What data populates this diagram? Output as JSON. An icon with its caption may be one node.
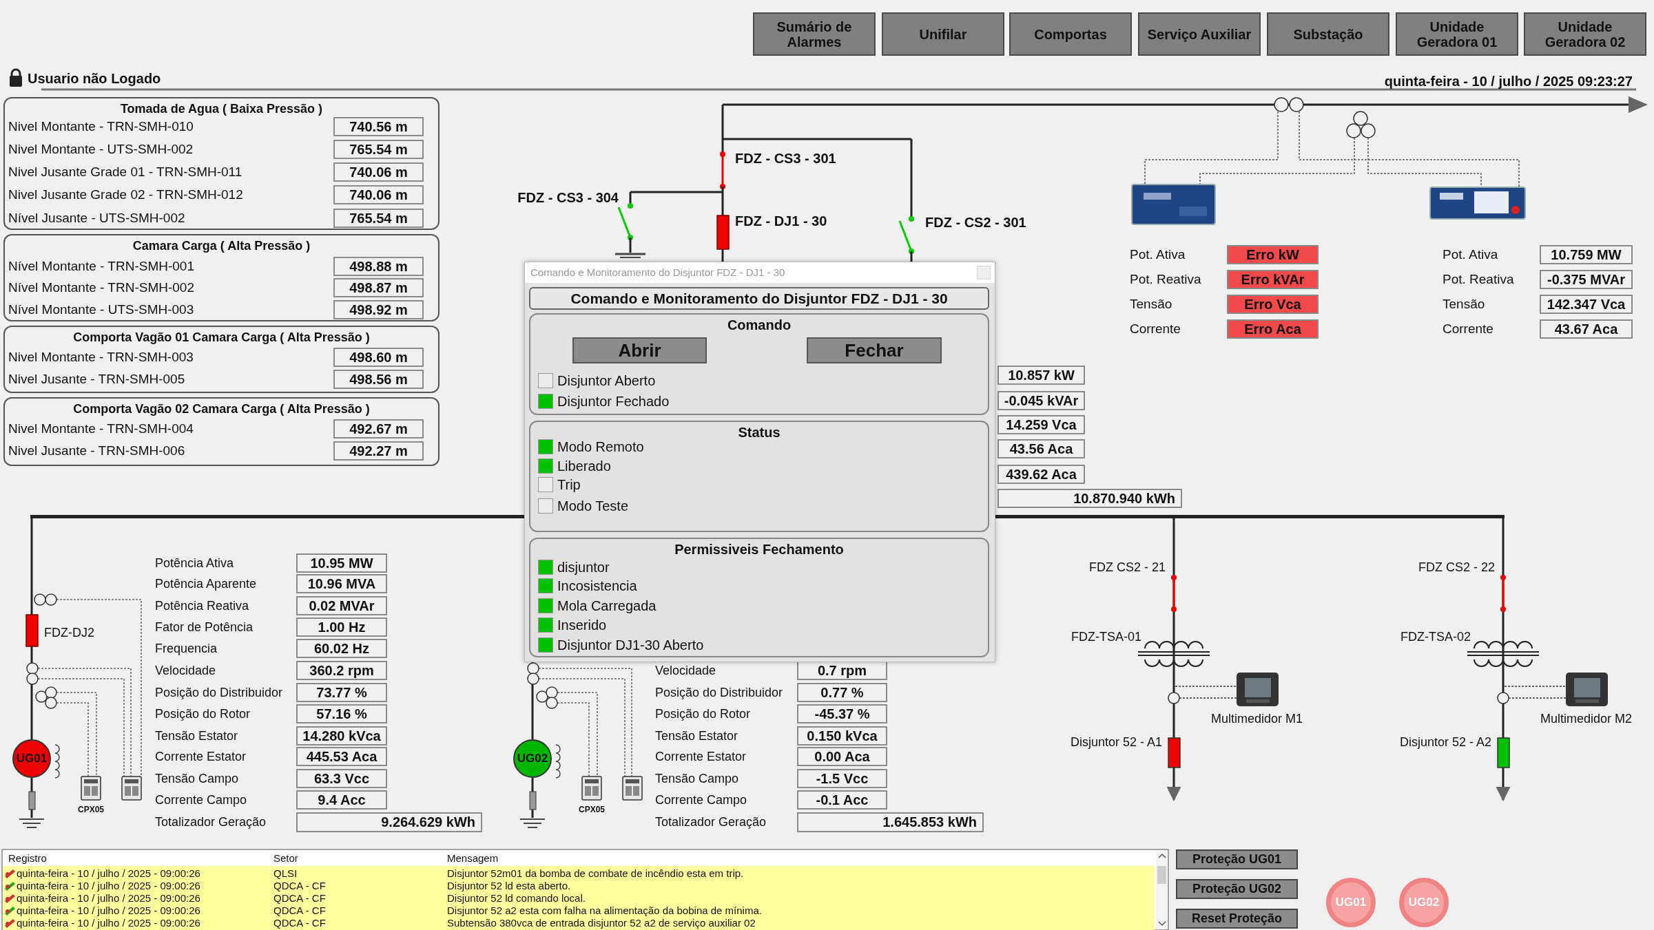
{
  "diagram": {
    "nodes": [
      {
        "text": [
          "Sumário de Alarmes"
        ]
      },
      {
        "text": [
          "Unifilar"
        ]
      },
      {
        "text": [
          "Comportas"
        ]
      },
      {
        "text": [
          "Serviço Auxiliar"
        ]
      },
      {
        "text": [
          "Substação"
        ]
      },
      {
        "text": [
          "Unidade Geradora 01"
        ]
      },
      {
        "text": [
          "Unidade Geradora 02"
        ]
      },
      {
        "text": [
          "Tomada de Agua ( Baixa Pressão )"
        ]
      },
      {
        "text": [
          "740.56 m"
        ],
        "in": 7
      },
      {
        "text": [
          "765.54 m"
        ],
        "in": 7
      },
      {
        "text": [
          "740.06 m"
        ],
        "in": 7
      },
      {
        "text": [
          "740.06 m"
        ],
        "in": 7
      },
      {
        "text": [
          "765.54 m"
        ],
        "in": 7
      },
      {
        "text": [
          "Camara Carga ( Alta Pressão )"
        ]
      },
      {
        "text": [
          "498.88 m"
        ],
        "in": 13
      },
      {
        "text": [
          "498.87 m"
        ],
        "in": 13
      },
      {
        "text": [
          "498.92 m"
        ],
        "in": 13
      },
      {
        "text": [
          "Comporta Vagão 01 Camara Carga ( Alta Pressão )"
        ]
      },
      {
        "text": [
          "498.60 m"
        ],
        "in": 17
      },
      {
        "text": [
          "498.56 m"
        ],
        "in": 17
      },
      {
        "text": [
          "Comporta Vagão 02 Camara Carga ( Alta Pressão )"
        ]
      },
      {
        "text": [
          "492.67 m"
        ],
        "in": 20
      },
      {
        "text": [
          "492.27 m"
        ],
        "in": 20
      },
      {
        "text": [
          "Erro kW"
        ]
      },
      {
        "text": [
          "Erro kVAr"
        ]
      },
      {
        "text": [
          "Erro Vca"
        ]
      },
      {
        "text": [
          "Erro Aca"
        ]
      },
      {
        "text": [
          "10.759 MW"
        ]
      },
      {
        "text": [
          "-0.375 MVAr"
        ]
      },
      {
        "text": [
          "142.347 Vca"
        ]
      },
      {
        "text": [
          "43.67 Aca"
        ]
      },
      {
        "text": [
          "10.857 kW"
        ]
      },
      {
        "text": [
          "-0.045 kVAr"
        ]
      },
      {
        "text": [
          "14.259 Vca"
        ]
      },
      {
        "text": [
          "43.56 Aca"
        ]
      },
      {
        "text": [
          "439.62 Aca"
        ]
      },
      {
        "text": [
          "10.870.940 kWh"
        ]
      },
      {
        "text": [
          "Comando e Monitoramento do Disjuntor FDZ - DJ1 - 30"
        ]
      },
      {
        "text": [
          "Comando e Monitoramento do Disjuntor FDZ - DJ1 - 30"
        ],
        "in": 37
      },
      {
        "text": [
          "Comando"
        ],
        "in": 37
      },
      {
        "text": [
          "Abrir"
        ],
        "in": 39
      },
      {
        "text": [
          "Fechar"
        ],
        "in": 39
      },
      {
        "text": [],
        "shape": "box",
        "beside": [
          "Disjuntor Aberto"
        ],
        "in": 39
      },
      {
        "text": [],
        "shape": "box",
        "beside": [
          "Disjuntor Fechado"
        ],
        "in": 39
      },
      {
        "text": [
          "Status"
        ],
        "in": 37
      },
      {
        "text": [],
        "shape": "box",
        "beside": [
          "Modo Remoto"
        ],
        "in": 44
      },
      {
        "text": [],
        "shape": "box",
        "beside": [
          "Liberado"
        ],
        "in": 44
      },
      {
        "text": [],
        "shape": "box",
        "beside": [
          "Trip"
        ],
        "in": 44
      },
      {
        "text": [],
        "shape": "box",
        "beside": [
          "Modo Teste"
        ],
        "in": 44
      },
      {
        "text": [
          "Permissiveis Fechamento"
        ],
        "in": 37
      },
      {
        "text": [],
        "shape": "box",
        "beside": [
          "disjuntor"
        ],
        "in": 49
      },
      {
        "text": [],
        "shape": "box",
        "beside": [
          "Incosistencia"
        ],
        "in": 49
      },
      {
        "text": [],
        "shape": "box",
        "beside": [
          "Mola Carregada"
        ],
        "in": 49
      },
      {
        "text": [],
        "shape": "box",
        "beside": [
          "Inserido"
        ],
        "in": 49
      },
      {
        "text": [],
        "shape": "box",
        "beside": [
          "Disjuntor DJ1-30 Aberto"
        ],
        "in": 49
      },
      {
        "text": [
          "10.95 MW"
        ]
      },
      {
        "text": [
          "10.96 MVA"
        ]
      },
      {
        "text": [
          "0.02 MVAr"
        ]
      },
      {
        "text": [
          "1.00 Hz"
        ]
      },
      {
        "text": [
          "60.02 Hz"
        ]
      },
      {
        "text": [
          "360.2 rpm"
        ]
      },
      {
        "text": [
          "73.77 %"
        ]
      },
      {
        "text": [
          "57.16 %"
        ]
      },
      {
        "text": [
          "14.280 kVca"
        ]
      },
      {
        "text": [
          "445.53 Aca"
        ]
      },
      {
        "text": [
          "63.3 Vcc"
        ]
      },
      {
        "text": [
          "9.4 Acc"
        ]
      },
      {
        "text": [
          "9.264.629 kWh"
        ]
      },
      {
        "text": [
          "UG01"
        ]
      },
      {
        "text": [
          "0.7 rpm"
        ]
      },
      {
        "text": [
          "0.77 %"
        ]
      },
      {
        "text": [
          "-45.37 %"
        ]
      },
      {
        "text": [
          "0.150 kVca"
        ]
      },
      {
        "text": [
          "0.00 Aca"
        ]
      },
      {
        "text": [
          "-1.5 Vcc"
        ]
      },
      {
        "text": [
          "-0.1 Acc"
        ]
      },
      {
        "text": [
          "1.645.853 kWh"
        ]
      },
      {
        "text": [
          "UG02"
        ]
      },
      {
        "text": [
          "Proteção UG01"
        ]
      },
      {
        "text": [
          "Proteção UG02"
        ]
      },
      {
        "text": [
          "Reset Proteção"
        ]
      },
      {
        "text": [
          "UG01"
        ]
      },
      {
        "text": [
          "UG02"
        ]
      },
      {
        "text": [],
        "shape": "bar"
      }
    ],
    "edges": [
      {
        "from": 68,
        "to": 83,
        "arrow": "none"
      },
      {
        "from": 77,
        "to": 83,
        "arrow": "none"
      },
      {
        "from": 83,
        "to": null,
        "arrow": "to"
      },
      {
        "from": 83,
        "to": null,
        "arrow": "to"
      }
    ],
    "labels": [
      "Usuario não Logado",
      "quinta-feira - 10 / julho / 2025 09:23:27",
      "Nivel Montante - TRN-SMH-010",
      "Nivel Montante - UTS-SMH-002",
      "Nivel Jusante Grade 01 - TRN-SMH-011",
      "Nivel Jusante Grade 02 - TRN-SMH-012",
      "Nível Jusante - UTS-SMH-002",
      "Nível Montante - TRN-SMH-001",
      "Nível Montante - TRN-SMH-002",
      "Nível Montante - UTS-SMH-003",
      "Nivel Montante - TRN-SMH-003",
      "Nivel Jusante - TRN-SMH-005",
      "Nivel Montante - TRN-SMH-004",
      "Nivel Jusante - TRN-SMH-006",
      "FDZ - CS3 - 301",
      "FDZ - CS3 - 304",
      "FDZ - DJ1 - 30",
      "FDZ - CS2 - 301",
      "Pot. Ativa",
      "Pot. Reativa",
      "Tensão",
      "Corrente",
      "Pot. Ativa",
      "Pot. Reativa",
      "Tensão",
      "Corrente",
      "Potência Ativa",
      "Potência Aparente",
      "Potência Reativa",
      "Fator de Potência",
      "Frequencia",
      "Velocidade",
      "Posição do Distribuidor",
      "Posição do Rotor",
      "Tensão Estator",
      "Corrente Estator",
      "Tensão Campo",
      "Corrente Campo",
      "Totalizador Geração",
      "Velocidade",
      "Posição do Distribuidor",
      "Posição do Rotor",
      "Tensão Estator",
      "Corrente Estator",
      "Tensão Campo",
      "Corrente Campo",
      "Totalizador Geração",
      "FDZ-DJ2",
      "CPX05",
      "CPX05",
      "FDZ CS2 - 21",
      "FDZ CS2 - 22",
      "FDZ-TSA-01",
      "FDZ-TSA-02",
      "Multimedidor M1",
      "Multimedidor M2",
      "Disjuntor 52 - A1",
      "Disjuntor 52 - A2",
      "Registro",
      "Setor",
      "Mensagem",
      "quinta-feira - 10 / julho / 2025 - 09:00:26",
      "QLSI",
      "Disjuntor 52m01 da bomba de combate de incêndio esta em trip.",
      "quinta-feira - 10 / julho / 2025 - 09:00:26",
      "QDCA - CF",
      "Disjuntor 52 ld esta aberto.",
      "quinta-feira - 10 / julho / 2025 - 09:00:26",
      "QDCA - CF",
      "Disjuntor 52 ld comando local.",
      "quinta-feira - 10 / julho / 2025 - 09:00:26",
      "QDCA - CF",
      "Disjuntor 52 a2 esta com falha na alimentação da bobina de mínima.",
      "quinta-feira - 10 / julho / 2025 - 09:00:26",
      "QDCA - CF",
      "Subtensão 380vca de entrada disjuntor 52 a2 de serviço auxiliar 02"
    ]
  }
}
